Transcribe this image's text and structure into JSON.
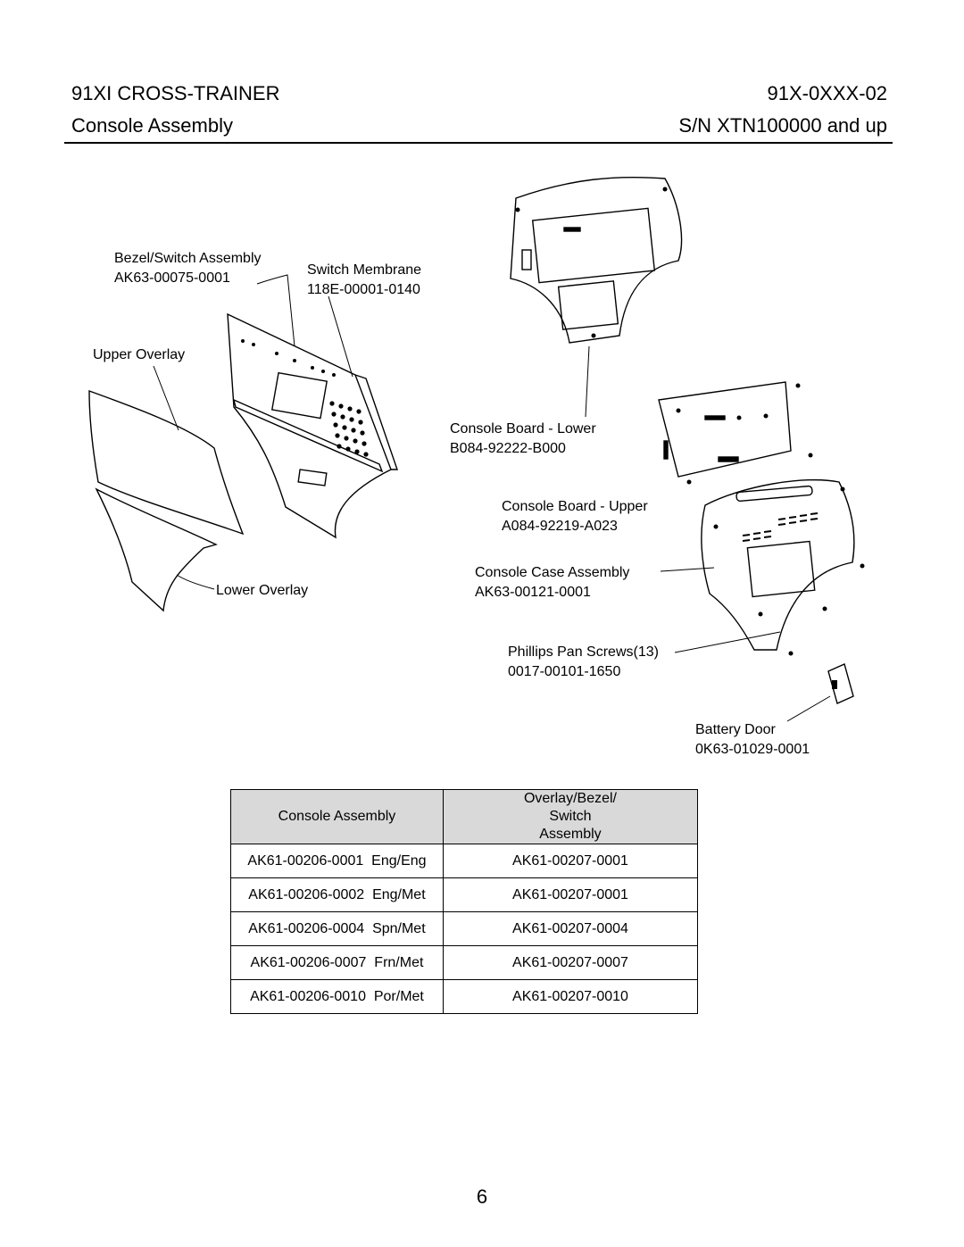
{
  "header": {
    "model": "91XI CROSS-TRAINER",
    "model_code": "91X-0XXX-02",
    "section": "Console Assembly",
    "serial_range": "S/N XTN100000 and up"
  },
  "callouts": [
    {
      "name": "Bezel/Switch Assembly",
      "part": "AK63-00075-0001"
    },
    {
      "name": "Switch Membrane",
      "part": "118E-00001-0140"
    },
    {
      "name": "Upper Overlay"
    },
    {
      "name": "Lower Overlay"
    },
    {
      "name": "Console Board - Lower",
      "part": "B084-92222-B000"
    },
    {
      "name": "Console Board - Upper",
      "part": "A084-92219-A023"
    },
    {
      "name": "Console Case Assembly",
      "part": "AK63-00121-0001"
    },
    {
      "name": "Phillips Pan Screws(13)",
      "part": "0017-00101-1650"
    },
    {
      "name": "Battery Door",
      "part": "0K63-01029-0001"
    }
  ],
  "parts_table": {
    "headers": [
      "Console Assembly",
      "Overlay/Bezel/ Switch Assembly"
    ],
    "rows": [
      {
        "console": "AK61-00206-0001",
        "lang": "Eng/Eng",
        "overlay": "AK61-00207-0001"
      },
      {
        "console": "AK61-00206-0002",
        "lang": "Eng/Met",
        "overlay": "AK61-00207-0001"
      },
      {
        "console": "AK61-00206-0004",
        "lang": "Spn/Met",
        "overlay": "AK61-00207-0004"
      },
      {
        "console": "AK61-00206-0007",
        "lang": "Frn/Met",
        "overlay": "AK61-00207-0007"
      },
      {
        "console": "AK61-00206-0010",
        "lang": "Por/Met",
        "overlay": "AK61-00207-0010"
      }
    ]
  },
  "page_number": "6"
}
